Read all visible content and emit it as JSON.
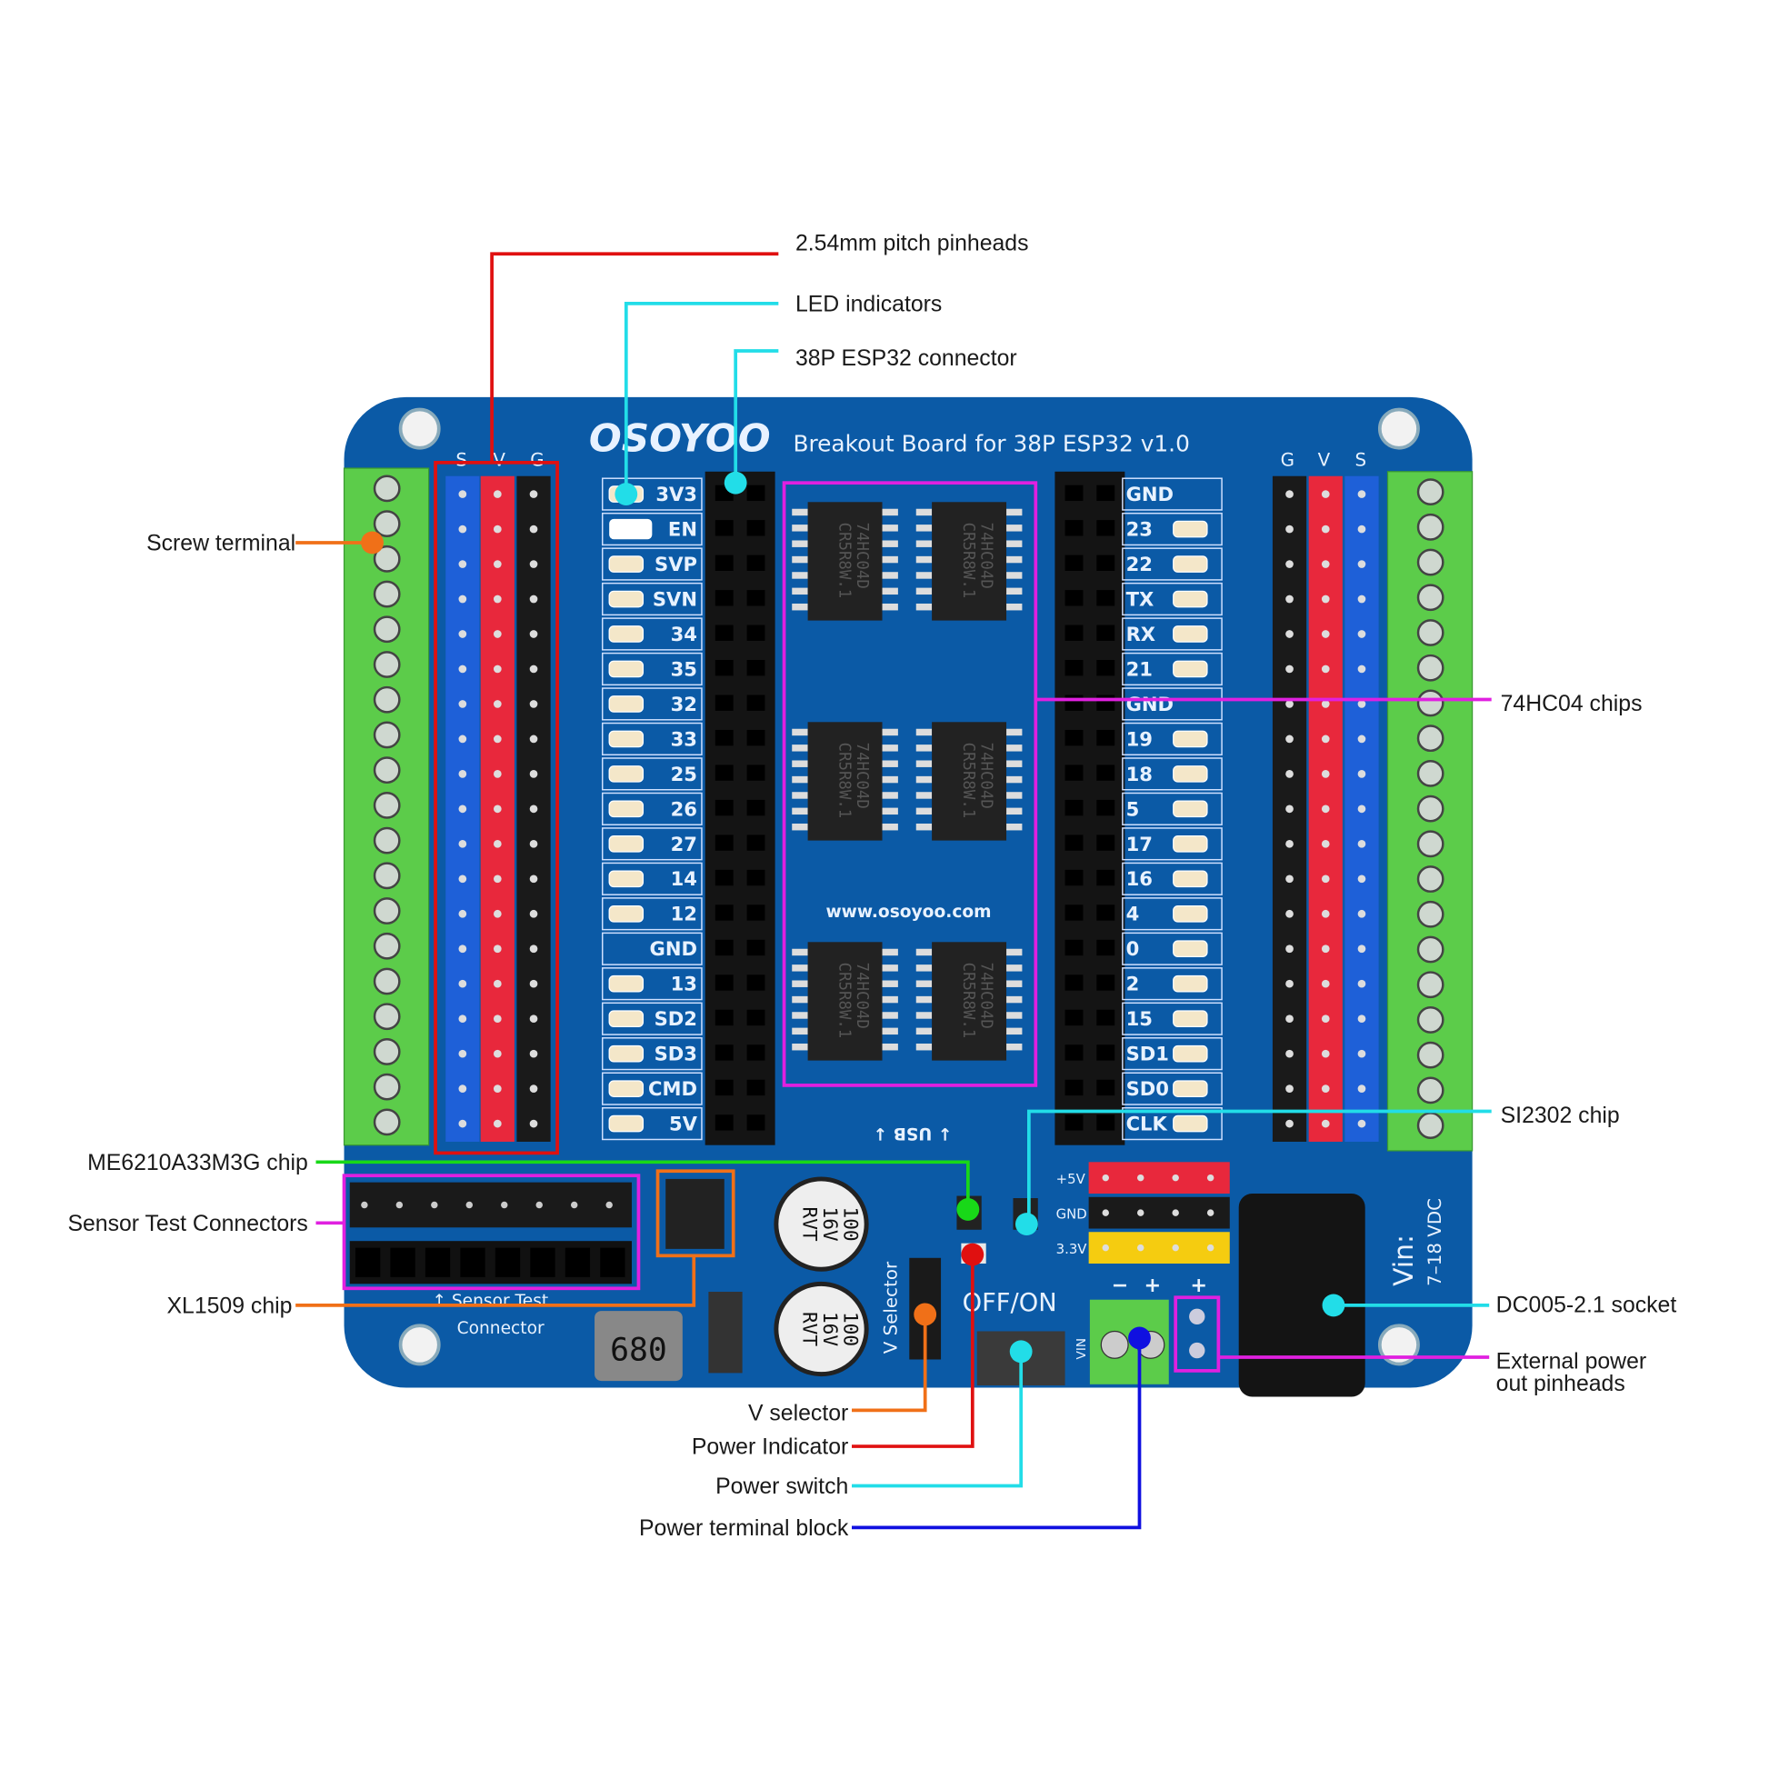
{
  "board": {
    "logo": "OSOYOO",
    "title": "Breakout Board for 38P ESP32 v1.0",
    "left_header_labels": [
      "S",
      "V",
      "G"
    ],
    "right_header_labels": [
      "G",
      "V",
      "S"
    ],
    "left_pins": [
      "3V3",
      "EN",
      "SVP",
      "SVN",
      "34",
      "35",
      "32",
      "33",
      "25",
      "26",
      "27",
      "14",
      "12",
      "GND",
      "13",
      "SD2",
      "SD3",
      "CMD",
      "5V"
    ],
    "right_pins": [
      "GND",
      "23",
      "22",
      "TX",
      "RX",
      "21",
      "GND",
      "19",
      "18",
      "5",
      "17",
      "16",
      "4",
      "0",
      "2",
      "15",
      "SD1",
      "SD0",
      "CLK"
    ],
    "chip_marking_1": "74HC04D",
    "chip_marking_2": "CR5R8W.1",
    "website": "www.osoyoo.com",
    "usb_label": "↓ USB ↓",
    "sensor_label_1": "↑ Sensor Test",
    "sensor_label_2": "Connector",
    "inductor_label": "680",
    "cap_label": [
      "100",
      "16V",
      "RVT"
    ],
    "selector_label": "V Selector",
    "switch_label": "OFF/ON",
    "vin_label_1": "Vin:",
    "vin_label_2": "7–18 VDC",
    "power_header_rows": [
      "+5V",
      "GND",
      "3.3V"
    ],
    "terminal_marks": [
      "−",
      "+",
      "+"
    ],
    "vin_small": "VIN"
  },
  "callouts": [
    {
      "text": "2.54mm pitch pinheads",
      "color": "#e01010"
    },
    {
      "text": "LED indicators",
      "color": "#22dde8"
    },
    {
      "text": "38P ESP32 connector",
      "color": "#22dde8"
    },
    {
      "text": "Screw terminal",
      "color": "#f07018"
    },
    {
      "text": "74HC04 chips",
      "color": "#e020e0"
    },
    {
      "text": "SI2302 chip",
      "color": "#22dde8"
    },
    {
      "text": "ME6210A33M3G chip",
      "color": "#18d818"
    },
    {
      "text": "Sensor Test Connectors",
      "color": "#e020e0"
    },
    {
      "text": "XL1509 chip",
      "color": "#f07018"
    },
    {
      "text": "DC005-2.1 socket",
      "color": "#22dde8"
    },
    {
      "text": "External power",
      "text2": "out pinheads",
      "color": "#e020e0"
    },
    {
      "text": "V selector",
      "color": "#f07018"
    },
    {
      "text": "Power Indicator",
      "color": "#e01010"
    },
    {
      "text": "Power switch",
      "color": "#22dde8"
    },
    {
      "text": "Power terminal block",
      "color": "#1010e0"
    }
  ],
  "colors": {
    "pcb": "#0b5aa6",
    "terminal_green": "#5ccc4a",
    "header_red": "#e8283c",
    "header_blue": "#1e60d8",
    "header_black": "#1a1a1a",
    "header_yellow": "#f5cc10"
  }
}
